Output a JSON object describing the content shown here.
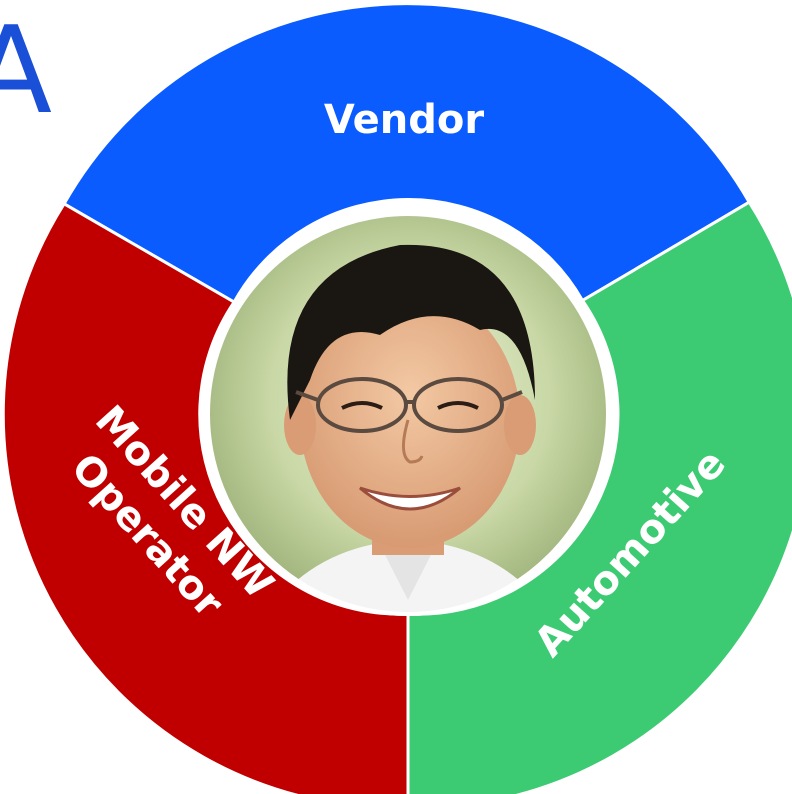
{
  "corner_letter": "A",
  "segments": [
    {
      "label": "Vendor",
      "color": "#0a5cff"
    },
    {
      "label": "Automotive",
      "color": "#3ccb72"
    },
    {
      "label_line1": "Mobile NW",
      "label_line2": "Operator",
      "color": "#c00000"
    }
  ],
  "center": {
    "image": "portrait-photo"
  }
}
